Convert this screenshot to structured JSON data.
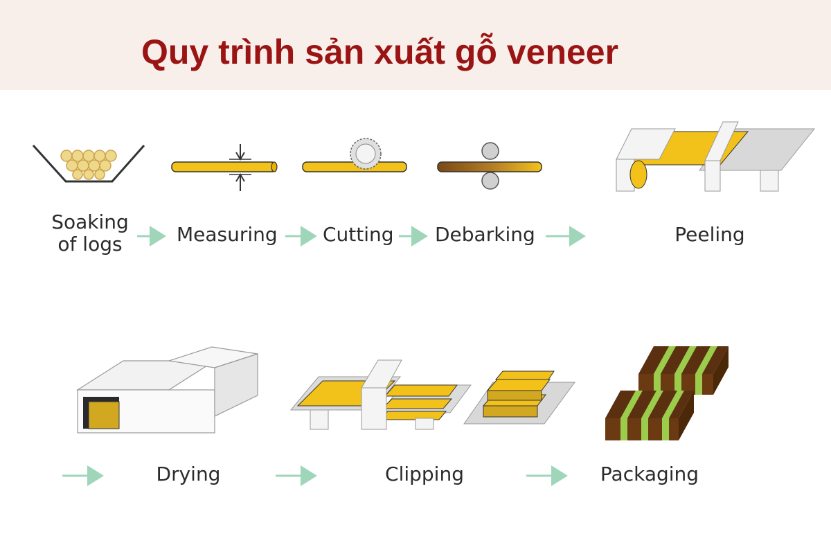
{
  "title": "Quy trình sản xuất gỗ veneer",
  "colors": {
    "title": "#9b1414",
    "header_bg": "#f8efeb",
    "wood": "#f2c21a",
    "wood_dark": "#8a5a1f",
    "arrow": "#9fd6ba",
    "machine": "#ececec",
    "brown": "#6b3a12",
    "green_stripe": "#9ccc4c"
  },
  "steps": [
    {
      "label_line1": "Soaking",
      "label_line2": "of logs",
      "icon": "soaking-tank-icon"
    },
    {
      "label": "Measuring",
      "icon": "measuring-log-icon"
    },
    {
      "label": "Cutting",
      "icon": "saw-blade-icon"
    },
    {
      "label": "Debarking",
      "icon": "debarking-rollers-icon"
    },
    {
      "label": "Peeling",
      "icon": "peeling-machine-icon"
    },
    {
      "label": "Drying",
      "icon": "drying-tunnel-icon"
    },
    {
      "label": "Clipping",
      "icon": "clipping-machine-icon"
    },
    {
      "label": "Packaging",
      "icon": "veneer-stacks-icon"
    }
  ]
}
